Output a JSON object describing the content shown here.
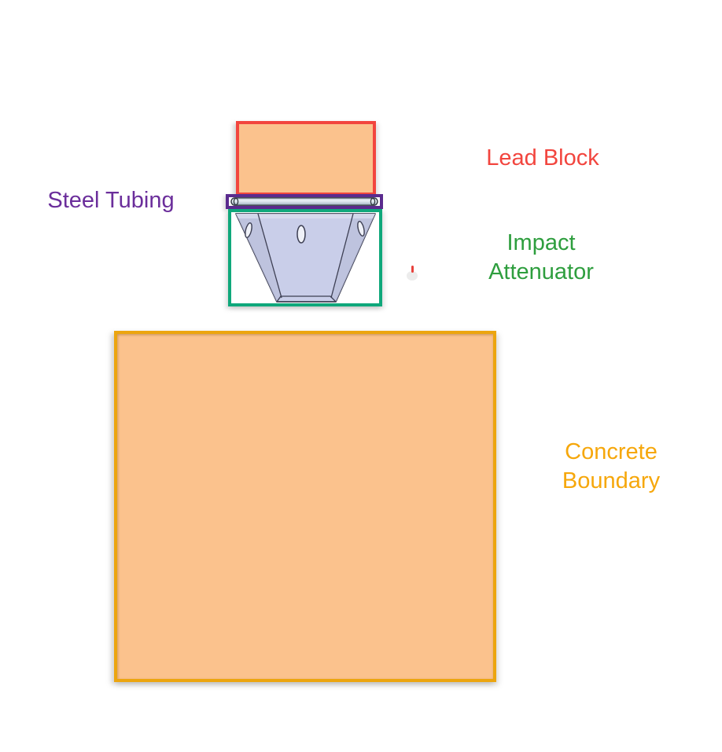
{
  "figure": {
    "background_color": "#ffffff",
    "lead_block": {
      "label": "Lead Block",
      "text_color": "#f2453e",
      "border_color": "#f2453e",
      "fill_color": "#fbc28d"
    },
    "steel_tubing": {
      "label": "Steel Tubing",
      "text_color": "#6b2e9b",
      "border_color": "#5a2b8e",
      "tube_fill": "#cbd7e1",
      "tube_highlight": "#ecf2f6",
      "tube_stroke": "#30363f"
    },
    "impact_attenuator": {
      "label_line1": "Impact",
      "label_line2": "Attenuator",
      "text_color": "#2e9e3e",
      "border_color": "#0fa87b",
      "body_fill": "#c9cee9",
      "side_band_fill": "#bcc1dc",
      "body_stroke": "#3c3e52",
      "hole_fill": "#eff1f8"
    },
    "concrete_boundary": {
      "label_line1": "Concrete",
      "label_line2": "Boundary",
      "text_color": "#f6a70b",
      "border_color": "#eca50f",
      "fill_color": "#fbc28d"
    },
    "stray_mark_color": "#e8413c"
  }
}
